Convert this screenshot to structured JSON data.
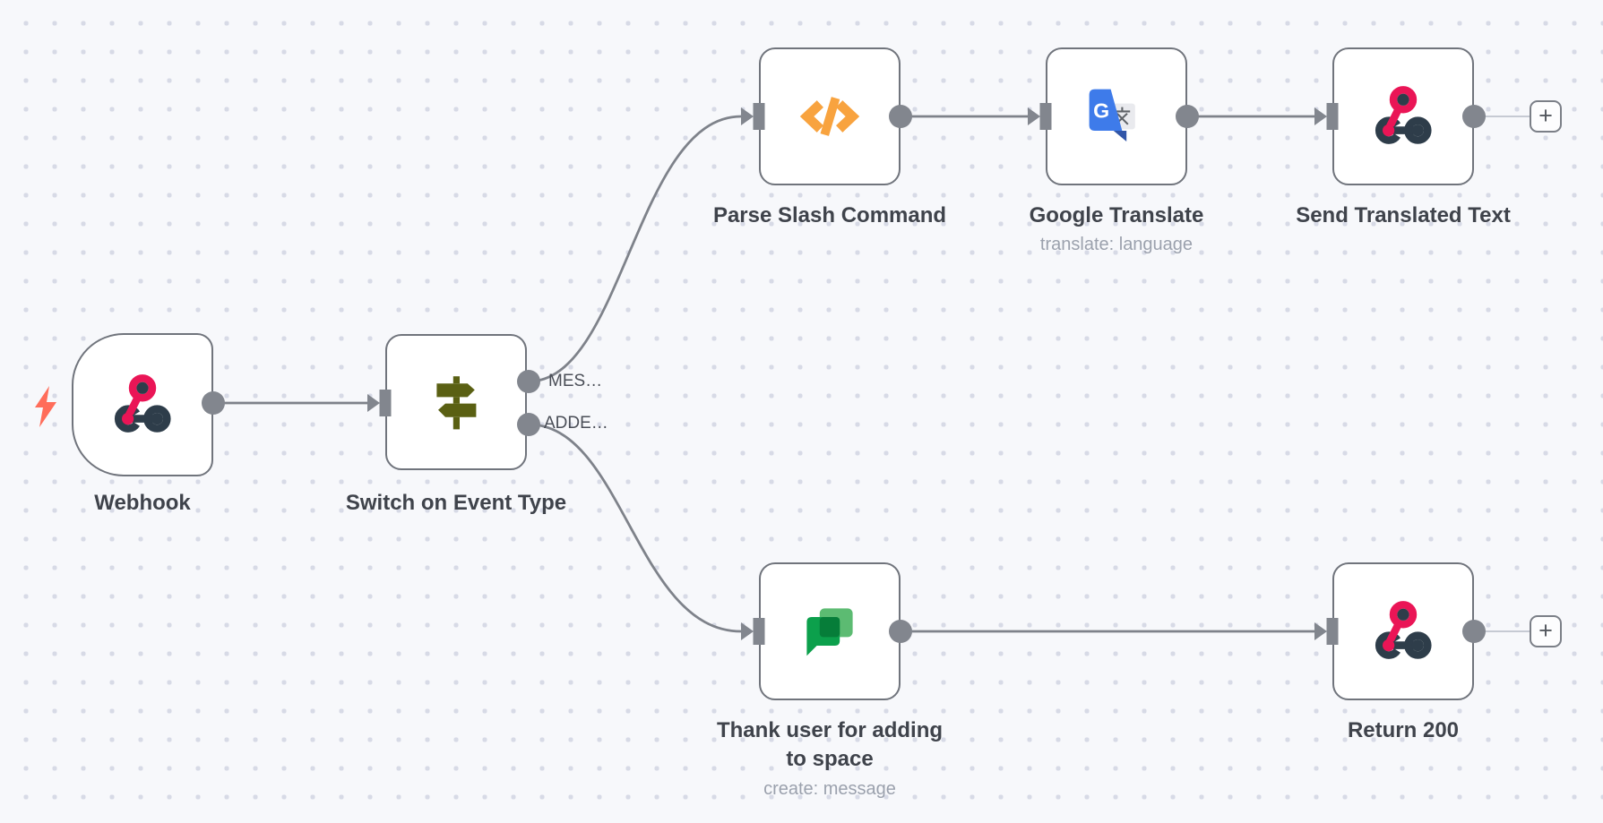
{
  "canvas": {
    "background_color": "#f7f8fb",
    "dot_color": "#d7dae6"
  },
  "nodes": [
    {
      "id": "webhook",
      "name": "Webhook",
      "subtitle": "",
      "icon": "webhook-icon",
      "type": "trigger"
    },
    {
      "id": "switch",
      "name": "Switch on Event Type",
      "subtitle": "",
      "icon": "switch-icon",
      "type": "regular",
      "outputs": [
        {
          "label": "MES…"
        },
        {
          "label": "ADDE…"
        }
      ]
    },
    {
      "id": "parse",
      "name": "Parse Slash Command",
      "subtitle": "",
      "icon": "code-icon",
      "type": "regular"
    },
    {
      "id": "gtranslate",
      "name": "Google Translate",
      "subtitle": "translate: language",
      "icon": "google-translate-icon",
      "type": "regular"
    },
    {
      "id": "send",
      "name": "Send Translated Text",
      "subtitle": "",
      "icon": "respond-to-webhook-icon",
      "type": "regular"
    },
    {
      "id": "thank",
      "name": "Thank user for adding to space",
      "subtitle": "create: message",
      "icon": "google-chat-icon",
      "type": "regular"
    },
    {
      "id": "return",
      "name": "Return 200",
      "subtitle": "",
      "icon": "respond-to-webhook-icon",
      "type": "regular"
    }
  ],
  "plus_button": {
    "label": "+"
  },
  "colors": {
    "edge": "#7e828a",
    "edge_to_plus": "#c6cad3",
    "port": "#82868e",
    "node_border": "#70747c",
    "node_background": "#ffffff",
    "label_text": "#3f434b",
    "subtitle_text": "#9ba1ad",
    "webhook_pink": "#ea1556",
    "webhook_dark": "#2e3d4a",
    "trigger_bolt": "#ff6d5a",
    "switch_olive": "#5a6013",
    "code_orange": "#f8a33f",
    "translate_blue": "#3e7bea",
    "translate_fold_blue": "#3156a8",
    "translate_gray": "#e9eaee",
    "chat_green_front": "#0ca04c",
    "chat_green_back": "#5cbb72",
    "chat_green_overlap": "#067d39"
  }
}
